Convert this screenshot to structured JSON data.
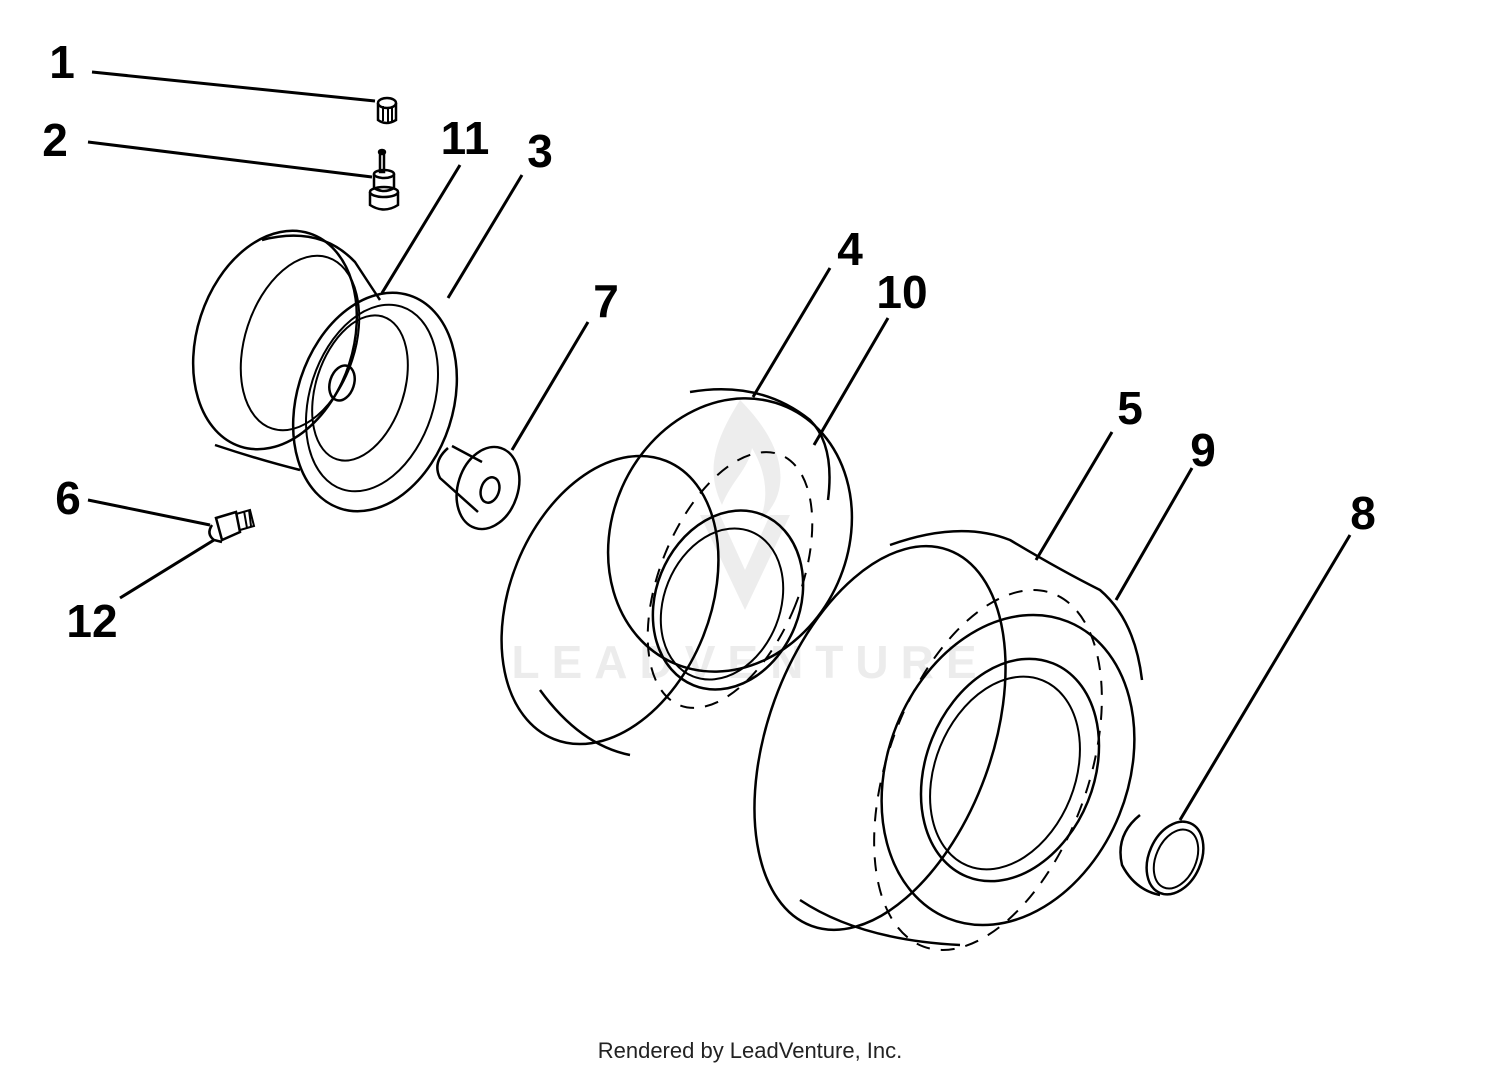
{
  "callouts": {
    "c1": "1",
    "c2": "2",
    "c3": "3",
    "c4": "4",
    "c5": "5",
    "c6": "6",
    "c7": "7",
    "c8": "8",
    "c9": "9",
    "c10": "10",
    "c11": "11",
    "c12": "12"
  },
  "watermark": {
    "brand": "LEADVENTURE"
  },
  "footer": {
    "text": "Rendered by LeadVenture, Inc."
  }
}
